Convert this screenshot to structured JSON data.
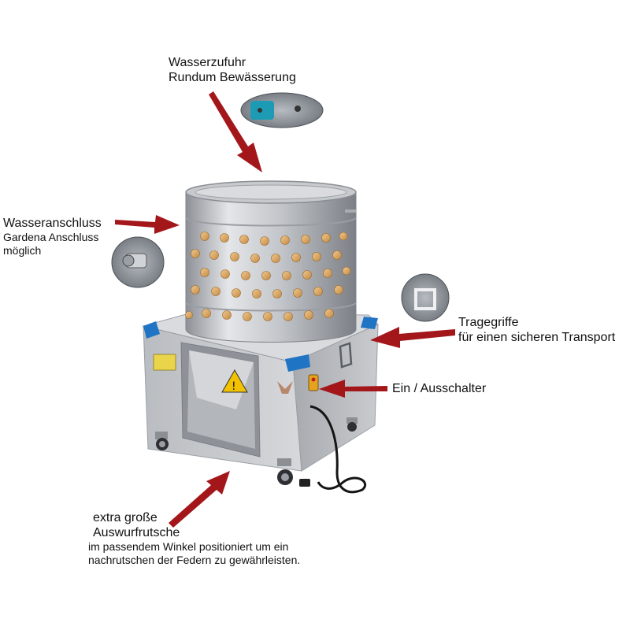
{
  "callouts": {
    "water_supply": {
      "line1": "Wasserzufuhr",
      "line2": "Rundum Bewässerung"
    },
    "water_connection": {
      "line1": "Wasseranschluss",
      "line2": "Gardena Anschluss",
      "line3": "möglich"
    },
    "handles": {
      "line1": "Tragegriffe",
      "line2": "für einen sicheren Transport"
    },
    "switch": {
      "line1": "Ein / Ausschalter"
    },
    "chute": {
      "line1": "extra große",
      "line2": "Auswurfrutsche",
      "line3": "im passendem Winkel positioniert um ein",
      "line4": "nachrutschen der Federn zu gewährleisten."
    }
  },
  "colors": {
    "arrow": "#a3171b",
    "steel": "#c7c9cc",
    "finger": "#d9a86a",
    "corner": "#1f74c4",
    "warning": "#f2c200"
  },
  "icons": {
    "machine": "poultry-plucker-icon",
    "arrow": "arrow-icon"
  }
}
